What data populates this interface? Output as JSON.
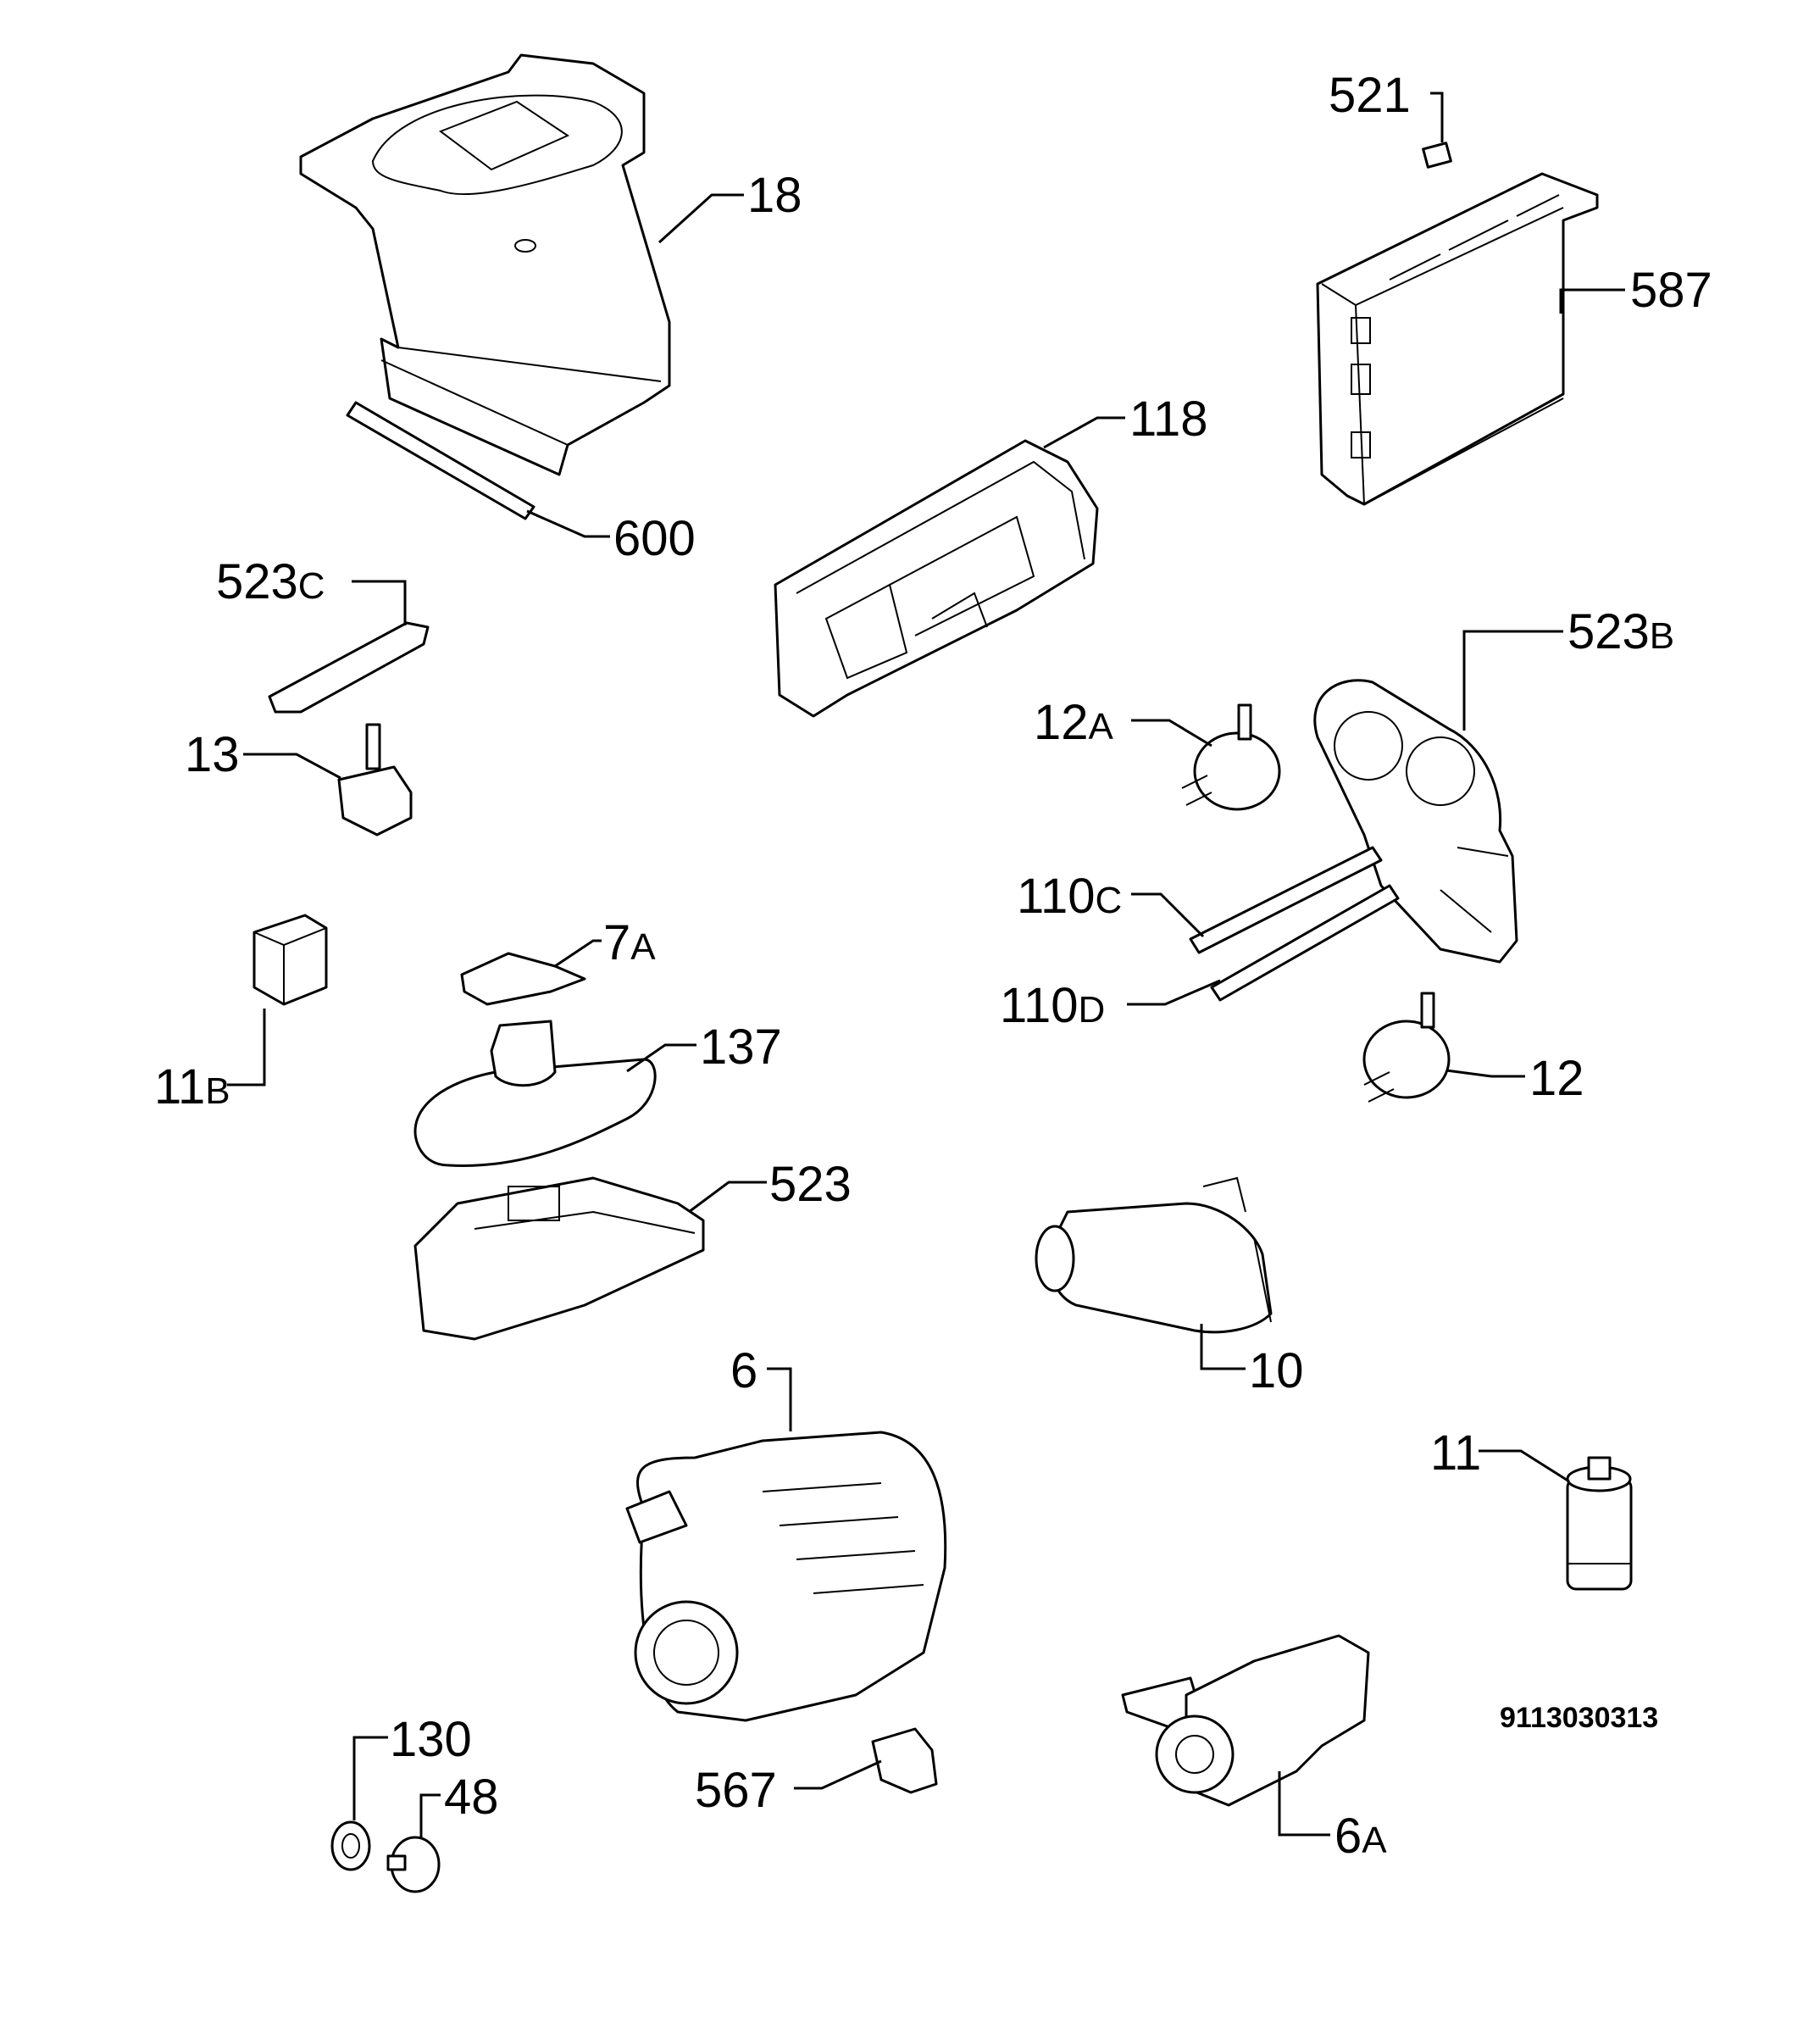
{
  "colors": {
    "line": "#000000",
    "background": "#ffffff"
  },
  "labels": {
    "p18": {
      "num": "18"
    },
    "p600": {
      "num": "600"
    },
    "p521": {
      "num": "521"
    },
    "p587": {
      "num": "587"
    },
    "p118": {
      "num": "118"
    },
    "p523c": {
      "num": "523",
      "suffix": "C"
    },
    "p13": {
      "num": "13"
    },
    "p523b": {
      "num": "523",
      "suffix": "B"
    },
    "p12a": {
      "num": "12",
      "suffix": "A"
    },
    "p110c": {
      "num": "110",
      "suffix": "C"
    },
    "p110d": {
      "num": "110",
      "suffix": "D"
    },
    "p12": {
      "num": "12"
    },
    "p7a": {
      "num": "7",
      "suffix": "A"
    },
    "p11b": {
      "num": "11",
      "suffix": "B"
    },
    "p137": {
      "num": "137"
    },
    "p523": {
      "num": "523"
    },
    "p10": {
      "num": "10"
    },
    "p6": {
      "num": "6"
    },
    "p11": {
      "num": "11"
    },
    "p130": {
      "num": "130"
    },
    "p48": {
      "num": "48"
    },
    "p567": {
      "num": "567"
    },
    "p6a": {
      "num": "6",
      "suffix": "A"
    }
  },
  "drawing_code": "9113030313"
}
